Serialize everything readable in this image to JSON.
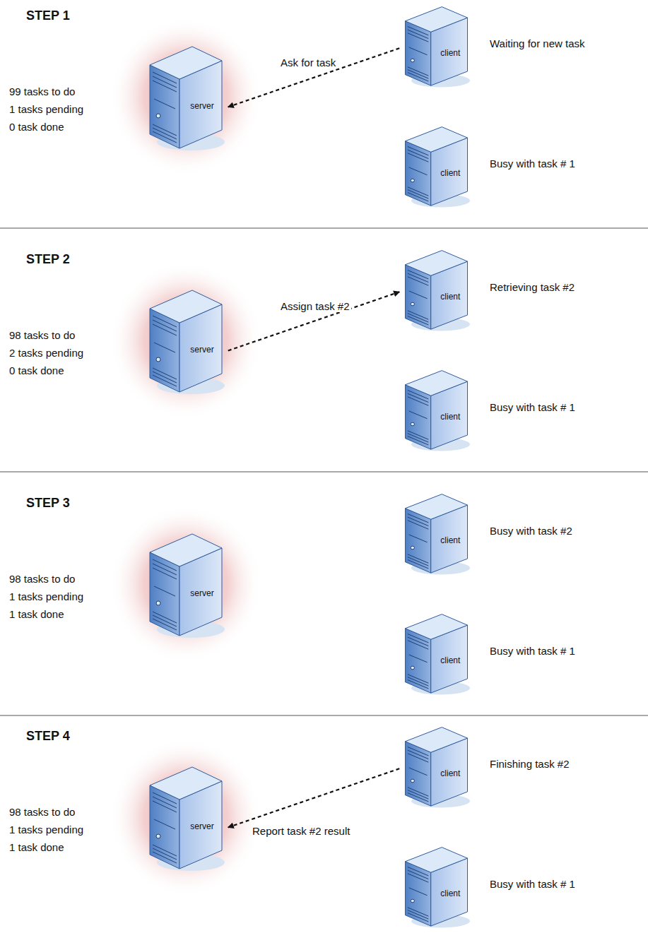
{
  "diagram": {
    "nodes": [
      {
        "text": [
          "server"
        ]
      },
      {
        "text": [
          "client",
          "Waiting for new task"
        ]
      },
      {
        "text": [
          "client",
          "Busy with task # 1"
        ]
      },
      {
        "text": [
          "server"
        ]
      },
      {
        "text": [
          "client",
          "Retrieving task #2"
        ]
      },
      {
        "text": [
          "client",
          "Busy with task # 1"
        ]
      },
      {
        "text": [
          "server"
        ]
      },
      {
        "text": [
          "client",
          "Busy with task #2"
        ]
      },
      {
        "text": [
          "client",
          "Busy with task # 1"
        ]
      },
      {
        "text": [
          "server"
        ]
      },
      {
        "text": [
          "client",
          "Finishing task #2"
        ]
      },
      {
        "text": [
          "client",
          "Busy with task # 1"
        ]
      }
    ],
    "edges": [
      {
        "from": 1,
        "to": 0,
        "label": "Ask for task",
        "arrow": "to"
      },
      {
        "from": 3,
        "to": 4,
        "label": "Assign task #2",
        "arrow": "to"
      },
      {
        "from": 10,
        "to": 9,
        "label": "Report task #2 result",
        "arrow": "to"
      }
    ],
    "labels": [
      "STEP 1",
      "99 tasks to do",
      "1 tasks pending",
      "0 task done",
      "STEP 2",
      "98 tasks to do",
      "2 tasks pending",
      "0 task done",
      "STEP 3",
      "98 tasks to do",
      "1 tasks pending",
      "1 task done",
      "STEP 4",
      "98 tasks to do",
      "1 tasks pending",
      "1 task done"
    ]
  }
}
